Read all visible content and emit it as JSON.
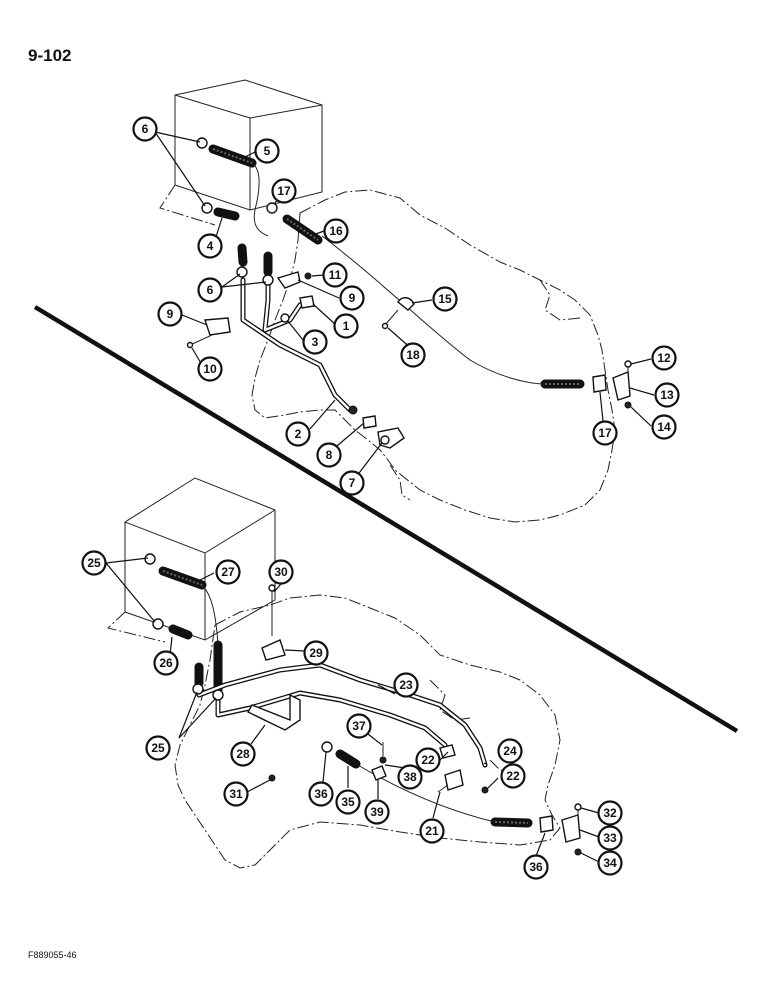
{
  "page_number": "9-102",
  "figure_id": "F889055-46",
  "callouts": {
    "c1": "1",
    "c2": "2",
    "c3": "3",
    "c4": "4",
    "c5": "5",
    "c6a": "6",
    "c6b": "6",
    "c7": "7",
    "c8": "8",
    "c9a": "9",
    "c9b": "9",
    "c10": "10",
    "c11": "11",
    "c12": "12",
    "c13": "13",
    "c14": "14",
    "c15": "15",
    "c16": "16",
    "c17a": "17",
    "c17b": "17",
    "c18": "18",
    "c21": "21",
    "c22a": "22",
    "c22b": "22",
    "c23": "23",
    "c24": "24",
    "c25a": "25",
    "c25b": "25",
    "c26": "26",
    "c27": "27",
    "c28": "28",
    "c29": "29",
    "c30": "30",
    "c31": "31",
    "c32": "32",
    "c33": "33",
    "c34": "34",
    "c35": "35",
    "c36a": "36",
    "c36b": "36",
    "c37": "37",
    "c38": "38",
    "c39": "39"
  }
}
